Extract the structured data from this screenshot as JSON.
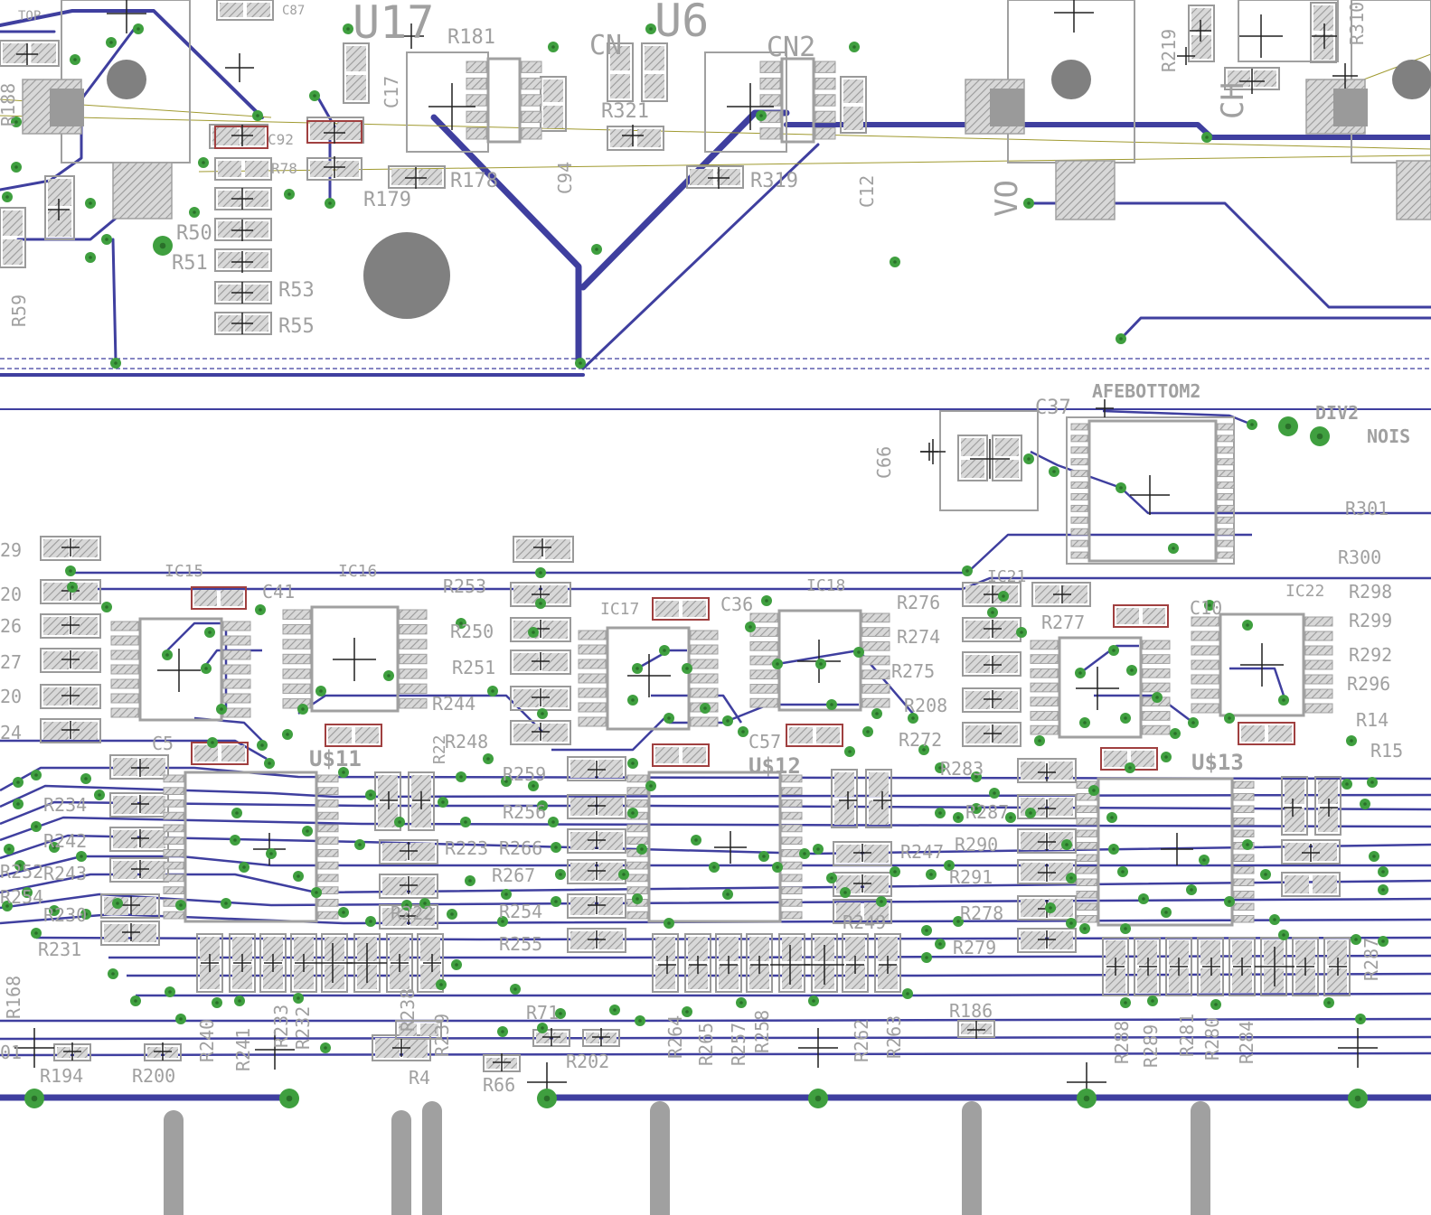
{
  "colors": {
    "background": "#ffffff",
    "trace": "#3f3f9f",
    "silkscreen": "#a0a0a0",
    "via": "#3f9f3f",
    "pad_fill": "#9a9a9a",
    "pad_hatch": "#c8c8c8",
    "cap_outline": "#a04040",
    "thin_trace": "#a09a30"
  },
  "icons": {
    "via": "via-icon",
    "origin_cross": "origin-cross-icon",
    "mounting_hole": "mounting-hole-icon"
  },
  "labels": {
    "top_refs": [
      "TOP",
      "C87",
      "U17",
      "U6",
      "R181",
      "CN",
      "CN2",
      "R321",
      "R219",
      "R310"
    ],
    "upper_left_refs": [
      "R188",
      "C92",
      "R78",
      "R50",
      "R51",
      "R53",
      "R55",
      "R59",
      "R179",
      "R178",
      "R319",
      "C94",
      "C12",
      "C17"
    ],
    "upper_right_refs": [
      "VO",
      "CH"
    ],
    "afe_section": [
      "AFEBOTTOM2",
      "C37",
      "C66",
      "DIV2",
      "NOIS",
      "R301",
      "R300",
      "R298",
      "R299",
      "R292",
      "R296",
      "R14",
      "R15"
    ],
    "ic_refs": [
      "IC15",
      "IC16",
      "IC17",
      "IC18",
      "IC21",
      "IC22"
    ],
    "cap_refs": [
      "C41",
      "C36",
      "C10",
      "C5",
      "C57"
    ],
    "us_refs": [
      "U$11",
      "U$12",
      "U$13"
    ],
    "left_column_refs": [
      "29",
      "20",
      "26",
      "27",
      "20",
      "24"
    ],
    "middle_resistor_refs": [
      "R253",
      "R250",
      "R251",
      "R244",
      "R248",
      "R276",
      "R274",
      "R275",
      "R208",
      "R272",
      "R277",
      "R283",
      "R287",
      "R290",
      "R291",
      "R278",
      "R279",
      "R249",
      "R247",
      "R259",
      "R256",
      "R266",
      "R267",
      "R254",
      "R255",
      "R223",
      "R222",
      "R22",
      "R234",
      "R242",
      "R243",
      "R230",
      "R231",
      "R252",
      "R254"
    ],
    "bottom_refs": [
      "R168",
      "R194",
      "R200",
      "R240",
      "R241",
      "R233",
      "R232",
      "R238",
      "R239",
      "R4",
      "R66",
      "R71",
      "R202",
      "R264",
      "R265",
      "R257",
      "R258",
      "R262",
      "R263",
      "R186",
      "R288",
      "R289",
      "R281",
      "R280",
      "R284",
      "R287",
      "01"
    ]
  }
}
